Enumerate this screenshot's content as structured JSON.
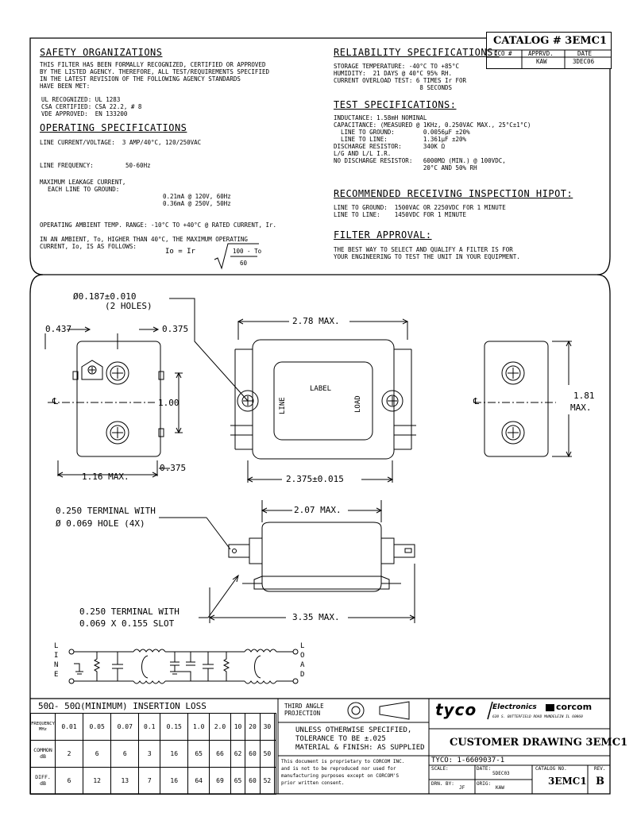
{
  "catalog_box": {
    "title": "CATALOG # 3EMC1",
    "h_eco": "ECO #",
    "h_apprvd": "APPRVD.",
    "h_date": "DATE",
    "v_eco": "",
    "v_apprvd": "KAW",
    "v_date": "3DEC06"
  },
  "safety": {
    "heading": "SAFETY ORGANIZATIONS",
    "body": [
      "THIS FILTER HAS BEEN FORMALLY RECOGNIZED, CERTIFIED OR APPROVED",
      "BY THE LISTED AGENCY. THEREFORE, ALL TEST/REQUIREMENTS SPECIFIED",
      "IN THE LATEST REVISION OF THE FOLLOWING AGENCY STANDARDS",
      "HAVE BEEN MET:"
    ],
    "agencies": [
      "UL RECOGNIZED: UL 1283",
      "CSA CERTIFIED: CSA 22.2, # 8",
      "VDE APPROVED:  EN 133200"
    ]
  },
  "operating": {
    "heading": "OPERATING SPECIFICATIONS",
    "current_voltage": "LINE CURRENT/VOLTAGE:  3 AMP/40°C, 120/250VAC",
    "frequency_label": "LINE FREQUENCY:",
    "frequency_value": "50-60Hz",
    "leakage_label1": "MAXIMUM LEAKAGE CURRENT,",
    "leakage_label2": "EACH LINE TO GROUND:",
    "leakage_v1": "0.21mA @ 120V, 60Hz",
    "leakage_v2": "0.36mA @ 250V, 50Hz",
    "ambient_range": "OPERATING AMBIENT TEMP. RANGE: -10°C TO +40°C @ RATED CURRENT, Ir.",
    "ambient_1": "IN AN AMBIENT, To, HIGHER THAN 40°C, THE MAXIMUM OPERATING",
    "ambient_2": "CURRENT, Io, IS AS FOLLOWS:",
    "formula_lhs": "Io = Ir",
    "formula_num": "100 - To",
    "formula_den": "60"
  },
  "reliability": {
    "heading": "RELIABILITY SPECIFICATIONS:",
    "lines": [
      "STORAGE TEMPERATURE: -40°C TO +85°C",
      "HUMIDITY:  21 DAYS @ 40°C 95% RH.",
      "CURRENT OVERLOAD TEST: 6 TIMES Ir FOR",
      "                        8 SECONDS"
    ]
  },
  "test": {
    "heading": "TEST SPECIFICATIONS:",
    "lines": [
      "INDUCTANCE: 1.58mH NOMINAL",
      "CAPACITANCE: (MEASURED @ 1KHz, 0.250VAC MAX., 25°C±1°C)",
      "  LINE TO GROUND:        0.0056µF ±20%",
      "  LINE TO LINE:          1.361µF ±20%",
      "DISCHARGE RESISTOR:      340K Ω",
      "L/G AND L/L I.R.",
      "NO DISCHARGE RESISTOR:   6000MΩ (MIN.) @ 100VDC,",
      "                         20°C AND 50% RH"
    ]
  },
  "hipot": {
    "heading": "RECOMMENDED RECEIVING INSPECTION HIPOT:",
    "lines": [
      "LINE TO GROUND:  1500VAC OR 2250VDC FOR 1 MINUTE",
      "LINE TO LINE:    1450VDC FOR 1 MINUTE"
    ]
  },
  "approval": {
    "heading": "FILTER APPROVAL:",
    "lines": [
      "THE BEST WAY TO SELECT AND QUALIFY A FILTER IS FOR",
      "YOUR ENGINEERING TO TEST THE UNIT IN YOUR EQUIPMENT."
    ]
  },
  "drawing": {
    "hole_dia": "Ø0.187±0.010",
    "holes": "(2 HOLES)",
    "d_0437": "0.437",
    "d_0375a": "0.375",
    "d_100": "1.00",
    "d_0375b": "0.375",
    "d_116": "1.16 MAX.",
    "d_278": "2.78 MAX.",
    "d_2375": "2.375±0.015",
    "label": "LABEL",
    "line": "LINE",
    "load": "LOAD",
    "d_181": "1.81",
    "d_181max": "MAX.",
    "cl": "℄",
    "terminal_hole_1": "0.250 TERMINAL WITH",
    "terminal_hole_2": "Ø 0.069 HOLE (4X)",
    "d_207": "2.07 MAX.",
    "terminal_slot_1": "0.250 TERMINAL WITH",
    "terminal_slot_2": "0.069 X 0.155 SLOT",
    "d_335": "3.35 MAX.",
    "sch_line": [
      "L",
      "I",
      "N",
      "E"
    ],
    "sch_load": [
      "L",
      "O",
      "A",
      "D"
    ]
  },
  "insertion": {
    "title": "50Ω- 50Ω(MINIMUM) INSERTION LOSS",
    "rows": [
      {
        "label": [
          "FREQUENCY",
          "MHz"
        ],
        "values": [
          "0.01",
          "0.05",
          "0.07",
          "0.1",
          "0.15",
          "1.0",
          "2.0",
          "10",
          "20",
          "30",
          ""
        ]
      },
      {
        "label": [
          "COMMON",
          "dB"
        ],
        "values": [
          "2",
          "6",
          "6",
          "3",
          "16",
          "65",
          "66",
          "62",
          "60",
          "50",
          ""
        ]
      },
      {
        "label": [
          "DIFF.",
          "dB"
        ],
        "values": [
          "6",
          "12",
          "13",
          "7",
          "16",
          "64",
          "69",
          "65",
          "60",
          "52",
          ""
        ]
      }
    ]
  },
  "titleblock": {
    "projection_1": "THIRD ANGLE",
    "projection_2": "PROJECTION",
    "tol_1": "UNLESS OTHERWISE SPECIFIED,",
    "tol_2": "TOLERANCE TO BE ±.025",
    "tol_3": "MATERIAL & FINISH: AS SUPPLIED",
    "prop_1": "This document is proprietary to CORCOM INC.",
    "prop_2": "and is not to be reproduced nor used for",
    "prop_3": "manufacturing purposes except on CORCOM'S",
    "prop_4": "prior written consent.",
    "brand": "tyco",
    "brand2": "Electronics",
    "corcom": "corcom",
    "address": "620 S. BUTTERFIELD ROAD MUNDELEIN IL 60060",
    "doc_title": "CUSTOMER DRAWING 3EMC1",
    "tyco_no": "TYCO: 1-6609037-1",
    "scale_l": "SCALE:",
    "scale_v": "",
    "date_l": "DATE:",
    "date_v": "5DEC03",
    "catalog_l": "CATALOG NO.",
    "catalog_v": "3EMC1",
    "rev_l": "REV.",
    "rev_v": "B",
    "drn_l": "DRN. BY:",
    "drn_v": "JF",
    "orig_l": "ORIG:",
    "orig_v": "KAW"
  }
}
